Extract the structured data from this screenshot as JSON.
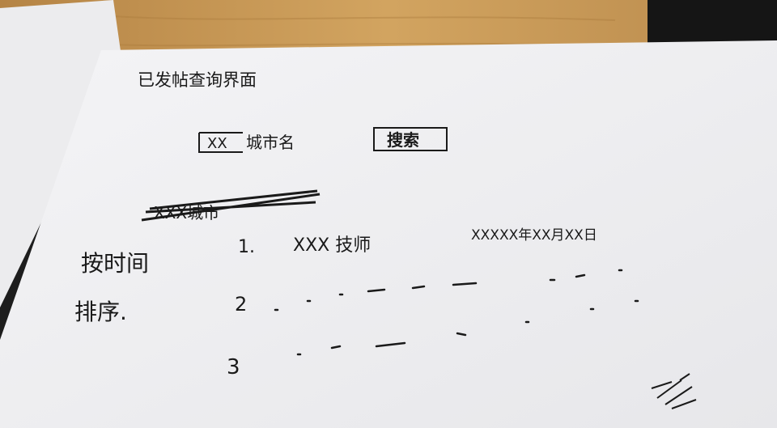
{
  "sheet": {
    "title": "已发帖查询界面",
    "city_box": "XX",
    "city_suffix": "城市名",
    "search_button": "搜索",
    "struck_text": "XXX城市",
    "sort_label_1": "按时间",
    "sort_label_2": "排序.",
    "row1_index": "1.",
    "row1_name": "XXX 技师",
    "row1_date": "XXXXX年XX月XX日",
    "row2_index": "2",
    "row3_index": "3"
  },
  "colors": {
    "desk": "#c79a52",
    "paper": "#f2f2f4",
    "ink": "#1a1a1a"
  }
}
